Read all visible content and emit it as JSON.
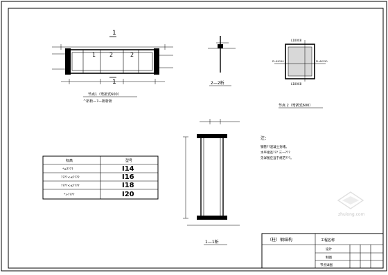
{
  "views": {
    "section_1_1_top": "1",
    "section_1_1_bottom": "1",
    "view_2_2": "2—2析",
    "view_1_1": "1—1析"
  },
  "detail1": {
    "title": "节点1（弯折式600）",
    "subtitle": "^析析—?—析析析",
    "mark1": "1",
    "mark2": "2",
    "mark3": "2"
  },
  "detail2": {
    "title": "节点 2（弯折式600）",
    "top_label": "L100X8",
    "bottom_label": "L100X8",
    "side_left": "PL-6X150",
    "side_right": "PL-6X150"
  },
  "notes": {
    "heading": "注：",
    "lines": [
      "钢管??混凝土封堵。",
      "水平接连??? 三—???",
      "见详图应当于规范???。"
    ]
  },
  "table": {
    "header_left": "标高",
    "header_right": "型号",
    "rows": [
      {
        "left": "*≤????",
        "right": "I14"
      },
      {
        "left": "????<≤????",
        "right": "I16"
      },
      {
        "left": "????<≤????",
        "right": "I18"
      },
      {
        "left": "*>????",
        "right": "I20"
      }
    ]
  },
  "title_block": {
    "drawing_name": "（柱）钢结构",
    "project_label": "工程名称",
    "row2a": "设计",
    "row2b": "制图",
    "row3": "节点详图"
  },
  "watermark": "zhulong.com"
}
